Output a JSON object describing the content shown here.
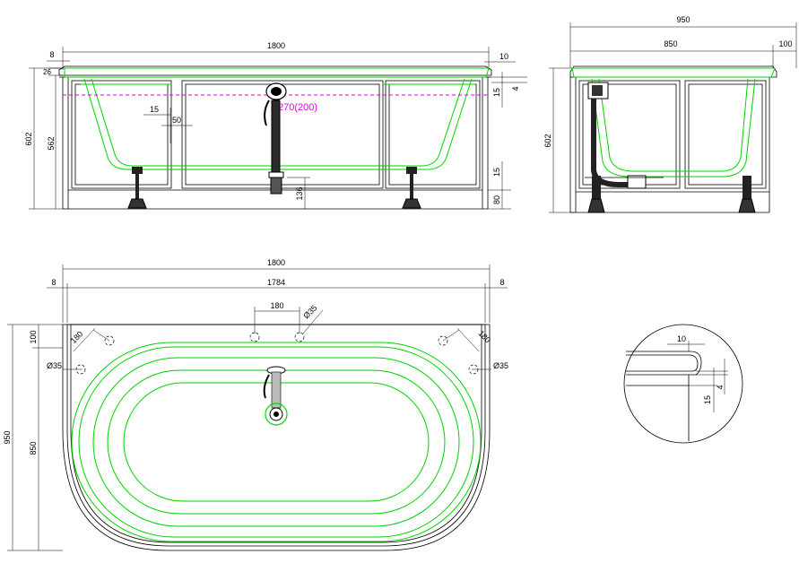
{
  "colors": {
    "outline": "#000000",
    "inner_basin": "#00d200",
    "overflow_marker": "#e000e0",
    "background": "#ffffff"
  },
  "front_view": {
    "overall_width": "1800",
    "left_rim": "8",
    "rim_overhang_right": "10",
    "rim_thickness": "26",
    "overall_height": "602",
    "body_height": "562",
    "inner_offset": "15",
    "inner_offset_2": "50",
    "overflow_height": "270(200)",
    "lip_drop": "15",
    "lip_gap": "4",
    "bottom_gap": "15",
    "plinth_height": "80",
    "waste_height": "136"
  },
  "side_view": {
    "overall_depth": "950",
    "inner_depth": "850",
    "back_offset": "100",
    "overall_height": "602"
  },
  "plan_view": {
    "overall_width": "1800",
    "inner_width": "1784",
    "left_edge": "8",
    "right_edge": "8",
    "tap_spacing": "180",
    "tap_hole_top": "Ø35",
    "tap_hole_left": "Ø35",
    "tap_hole_right": "Ø35",
    "corner_offset_left": "180",
    "corner_offset_right": "180",
    "top_margin": "100",
    "overall_depth": "950",
    "inner_depth": "850"
  },
  "detail_view": {
    "lip_width": "10",
    "lip_gap": "4",
    "lip_drop": "15"
  }
}
